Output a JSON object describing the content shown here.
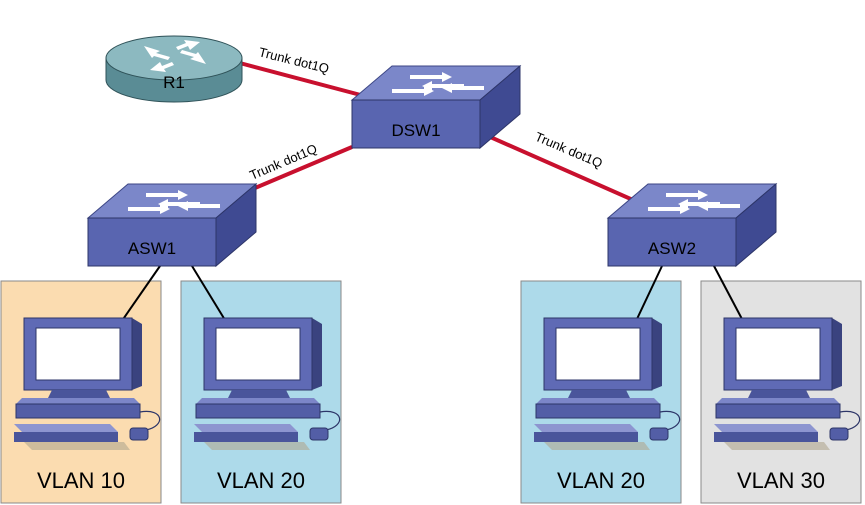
{
  "devices": {
    "router": "R1",
    "distribution": "DSW1",
    "access1": "ASW1",
    "access2": "ASW2"
  },
  "links": {
    "r1_dsw1": "Trunk dot1Q",
    "dsw1_asw1": "Trunk dot1Q",
    "dsw1_asw2": "Trunk dot1Q"
  },
  "vlans": {
    "a": "VLAN 10",
    "b": "VLAN 20",
    "c": "VLAN 20",
    "d": "VLAN 30"
  },
  "colors": {
    "trunk": "#c8102e",
    "vlan10": "#fbdcb0",
    "vlan20": "#addaea",
    "vlan30": "#e2e2e2",
    "switch_top": "#7581c4",
    "switch_front": "#5a67b0",
    "router": "#6d9ca3"
  },
  "icons": [
    "router-icon",
    "switch-icon",
    "workstation-icon"
  ]
}
